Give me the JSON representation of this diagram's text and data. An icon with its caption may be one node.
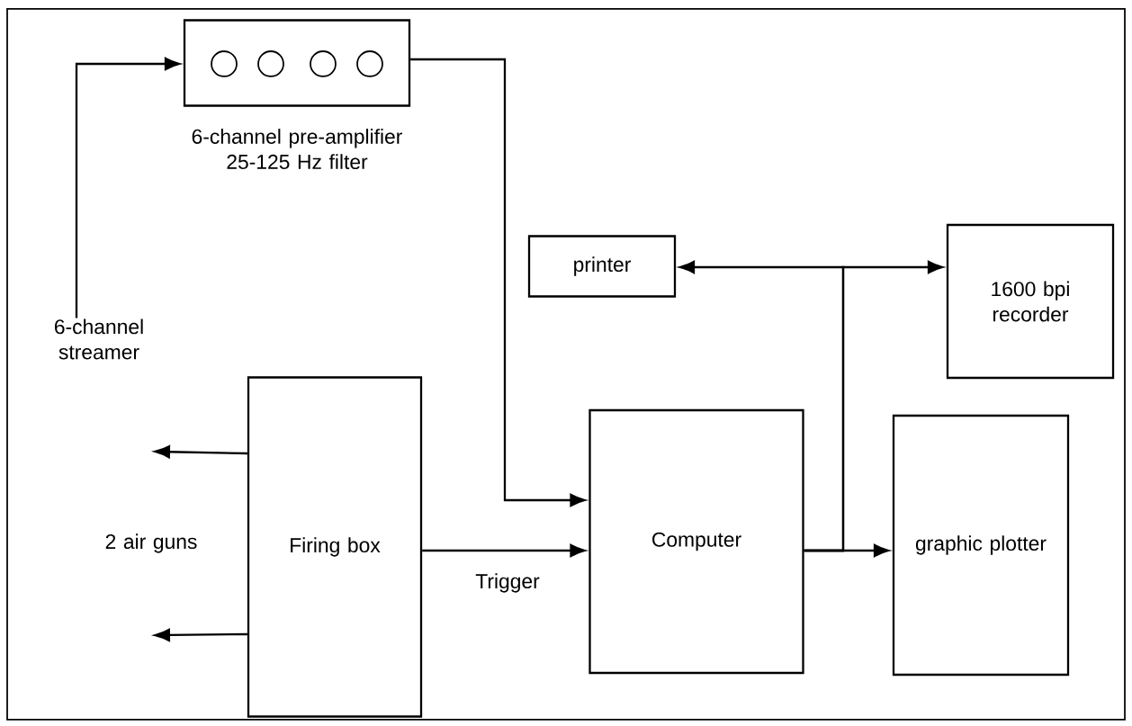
{
  "diagram": {
    "nodes": [
      {
        "text": [
          "6-channel streamer"
        ]
      },
      {
        "text": [
          "6-channel pre-amplifier 25-125 Hz filter"
        ]
      },
      {
        "text": [
          "printer"
        ]
      },
      {
        "text": [
          "1600 bpi recorder"
        ]
      },
      {
        "text": [
          "Firing box"
        ]
      },
      {
        "text": [
          "Computer"
        ]
      },
      {
        "text": [
          "graphic plotter"
        ]
      },
      {
        "text": [
          "2 air guns"
        ]
      }
    ],
    "edges": [
      {
        "from": 0,
        "to": 1,
        "arrow": "to"
      },
      {
        "from": 1,
        "to": 5,
        "arrow": "to"
      },
      {
        "from": 4,
        "to": 5,
        "arrow": "to",
        "label": "Trigger"
      },
      {
        "from": 5,
        "to": 6,
        "arrow": "to"
      },
      {
        "from": 5,
        "to": 2,
        "arrow": "to"
      },
      {
        "from": 5,
        "to": 3,
        "arrow": "to"
      },
      {
        "from": 4,
        "to": 7,
        "arrow": "to"
      },
      {
        "from": 4,
        "to": 7,
        "arrow": "to"
      }
    ]
  }
}
